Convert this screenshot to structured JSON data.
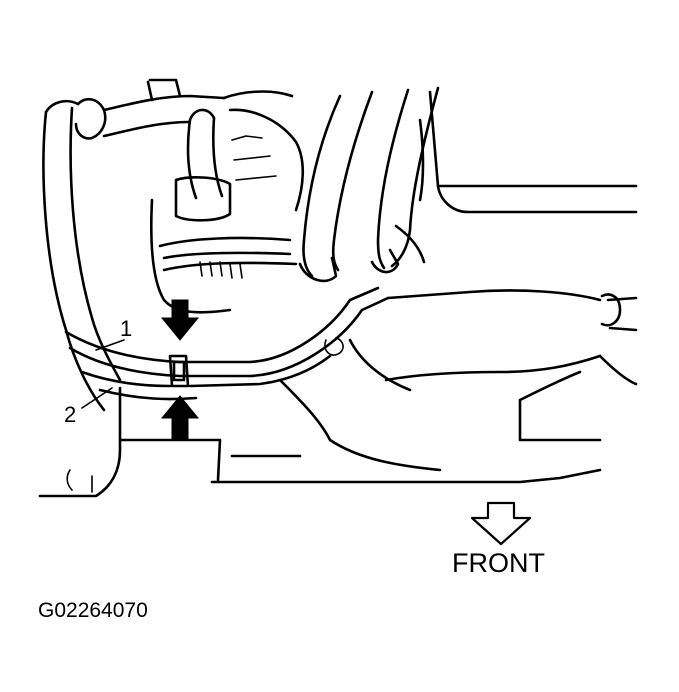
{
  "callouts": [
    {
      "label": "1"
    },
    {
      "label": "2"
    }
  ],
  "direction_label": "FRONT",
  "figure_code": "G02264070",
  "icons": [
    "arrow-down-icon",
    "arrow-up-icon",
    "front-arrow-icon"
  ]
}
